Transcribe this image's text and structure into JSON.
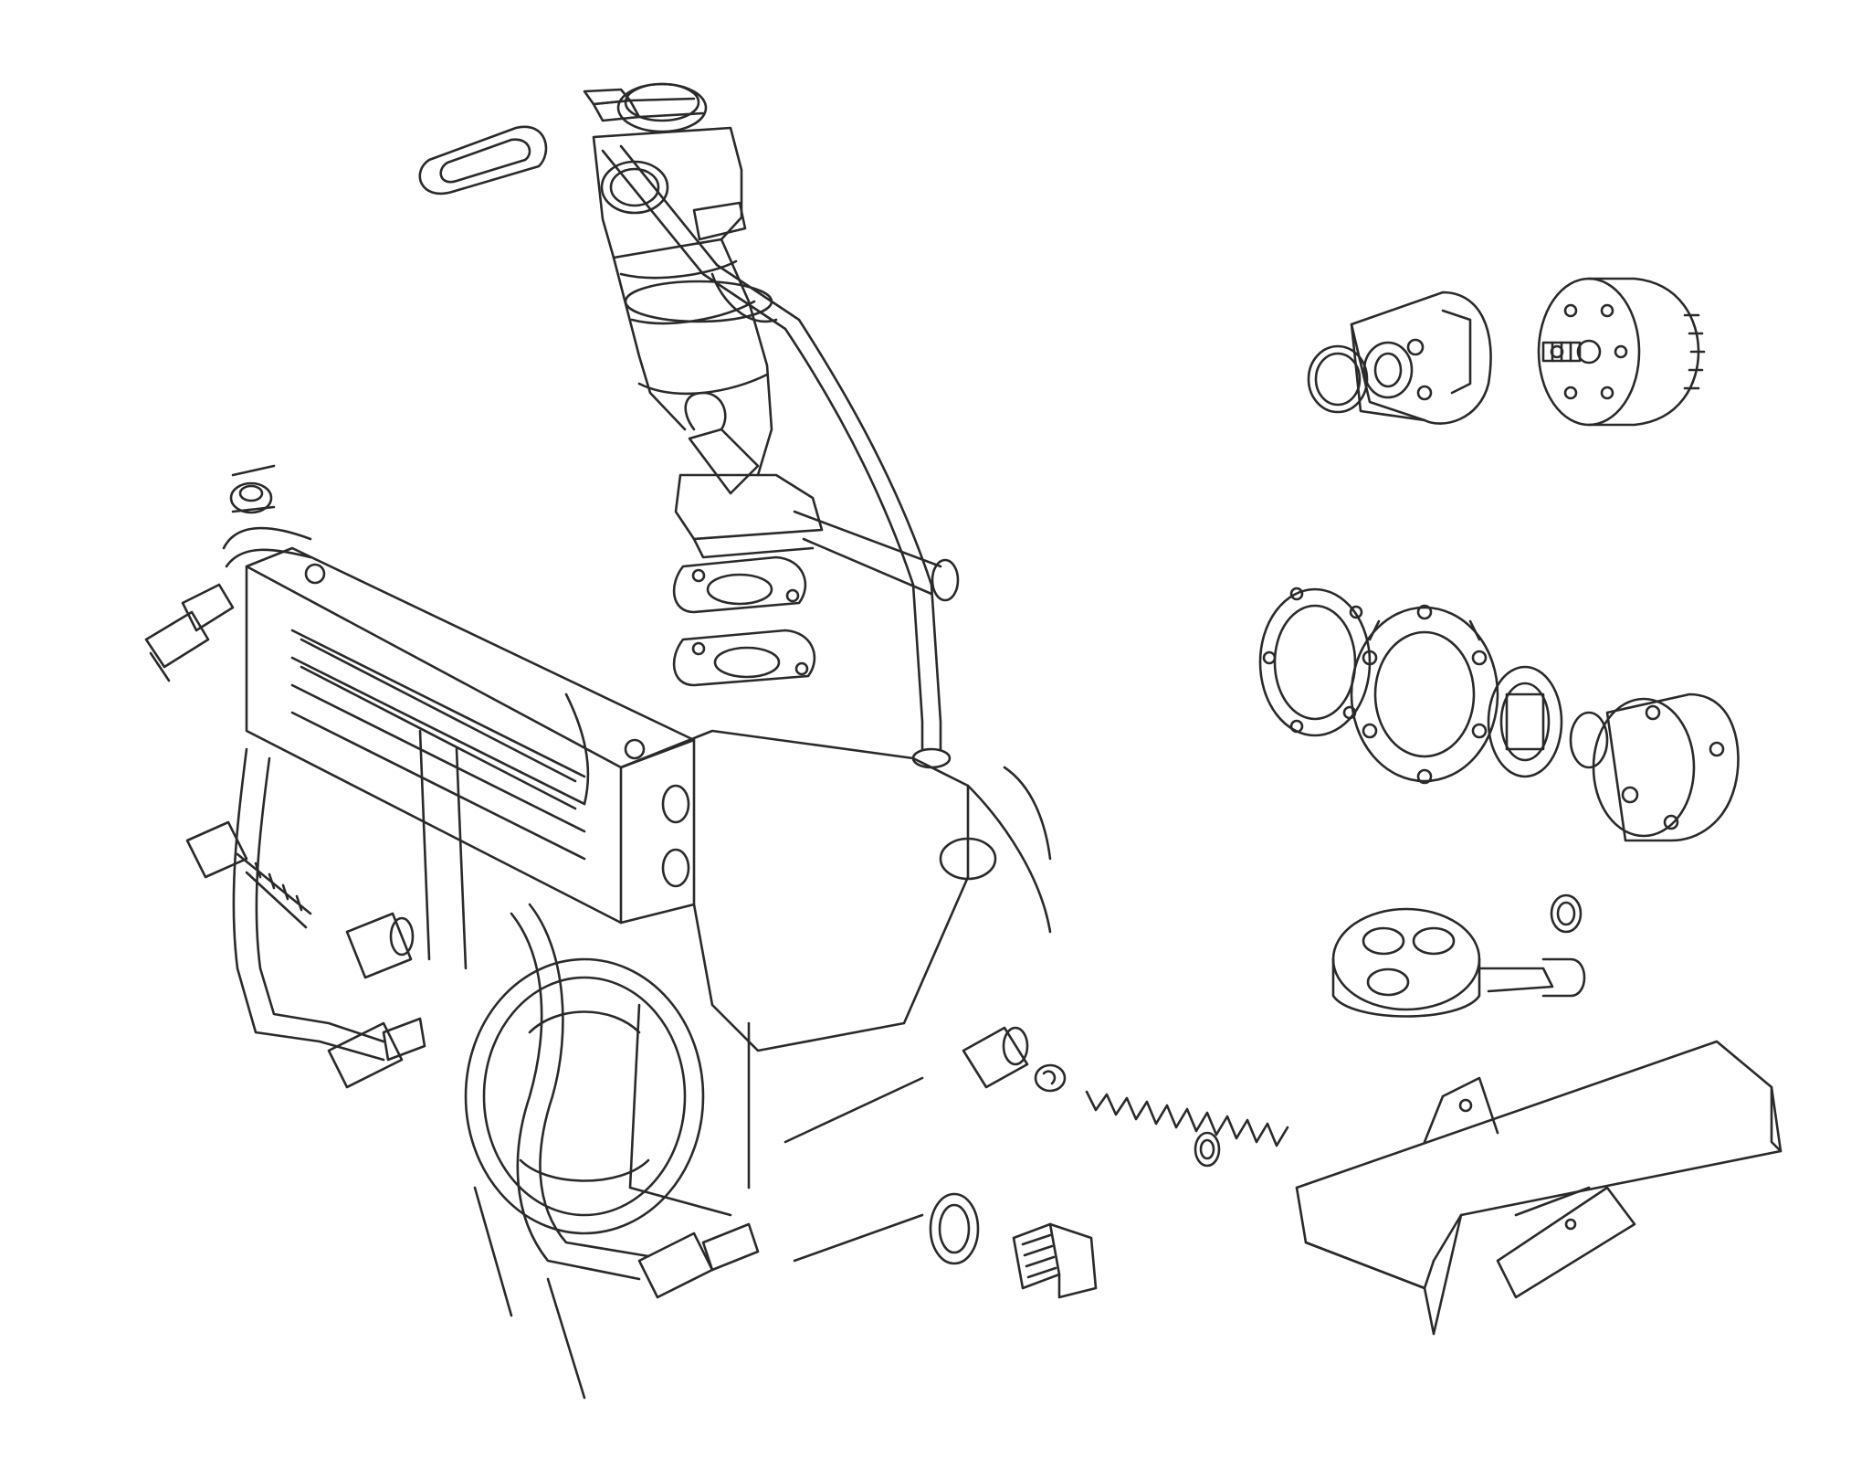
{
  "diagram": {
    "background": "#ffffff",
    "stroke_color": "#2a2a2a",
    "parts": [
      {
        "id": "oil-filler-neck",
        "label": ""
      },
      {
        "id": "filler-cap-gasket",
        "label": ""
      },
      {
        "id": "breather-hose",
        "label": ""
      },
      {
        "id": "dipstick-tube",
        "label": ""
      },
      {
        "id": "oil-cooler",
        "label": ""
      },
      {
        "id": "oil-line-upper",
        "label": ""
      },
      {
        "id": "banjo-bolt",
        "label": ""
      },
      {
        "id": "engine-block",
        "label": ""
      },
      {
        "id": "oil-pump-housing",
        "label": ""
      },
      {
        "id": "oil-line-lower",
        "label": ""
      },
      {
        "id": "pressure-sender",
        "label": ""
      },
      {
        "id": "relief-valve-plunger",
        "label": ""
      },
      {
        "id": "relief-valve-clip",
        "label": ""
      },
      {
        "id": "relief-valve-spring",
        "label": ""
      },
      {
        "id": "relief-valve-washer",
        "label": ""
      },
      {
        "id": "drain-plug-gasket",
        "label": ""
      },
      {
        "id": "drain-plug",
        "label": ""
      },
      {
        "id": "oil-filter-adapter",
        "label": ""
      },
      {
        "id": "oil-filter-gasket",
        "label": ""
      },
      {
        "id": "oil-filter",
        "label": ""
      },
      {
        "id": "oil-pump-gasket",
        "label": ""
      },
      {
        "id": "oil-pump-body",
        "label": ""
      },
      {
        "id": "oil-pump-gears",
        "label": ""
      },
      {
        "id": "oil-pump-cover",
        "label": ""
      },
      {
        "id": "oil-strainer",
        "label": ""
      },
      {
        "id": "strainer-oring",
        "label": ""
      },
      {
        "id": "sump-plate",
        "label": ""
      }
    ]
  }
}
